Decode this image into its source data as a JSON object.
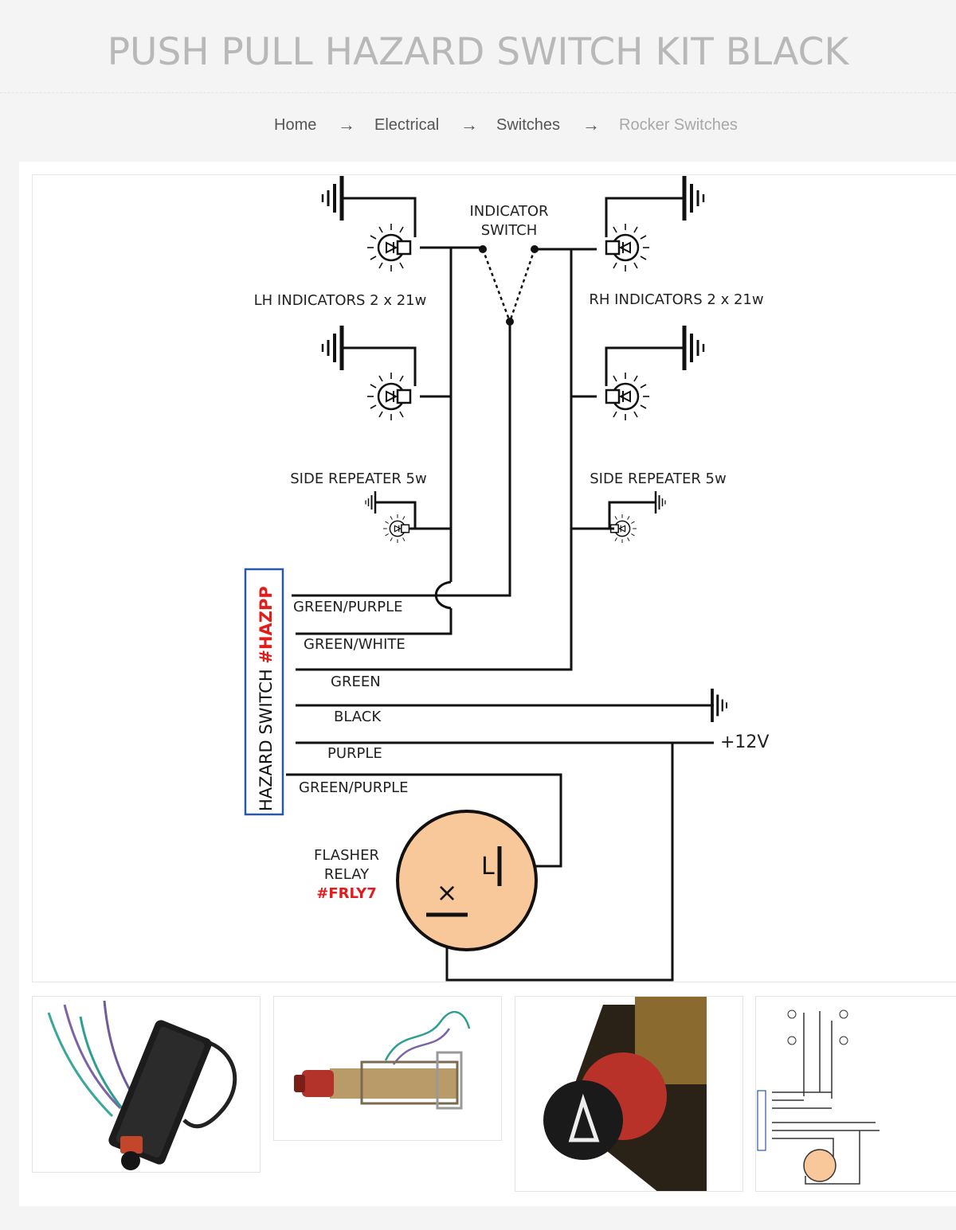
{
  "page": {
    "title": "PUSH PULL HAZARD SWITCH KIT BLACK"
  },
  "breadcrumb": {
    "items": [
      "Home",
      "Electrical",
      "Switches",
      "Rocker Switches"
    ],
    "separator": "→"
  },
  "diagram": {
    "indicator_switch": [
      "INDICATOR",
      "SWITCH"
    ],
    "lh_indicators": "LH INDICATORS 2 x 21w",
    "rh_indicators": "RH INDICATORS 2 x 21w",
    "side_repeater_left": "SIDE REPEATER 5w",
    "side_repeater_right": "SIDE REPEATER 5w",
    "switch_label_prefix": "HAZARD SWITCH ",
    "switch_label_code": "#HAZPP",
    "wires": [
      "GREEN/PURPLE",
      "GREEN/WHITE",
      "GREEN",
      "BLACK",
      "PURPLE",
      "GREEN/PURPLE"
    ],
    "supply": "+12V",
    "relay_lines": [
      "FLASHER",
      "RELAY"
    ],
    "relay_code": "#FRLY7",
    "relay_terminal_l": "L",
    "relay_terminal_x": "×",
    "colors": {
      "code_red": "#e21b1b",
      "relay_fill": "#f9c89a",
      "switch_box_border": "#2a58a8"
    }
  },
  "thumbnails": [
    {
      "name": "thumbnail-hazard-switch-black-housing"
    },
    {
      "name": "thumbnail-switch-side-view"
    },
    {
      "name": "thumbnail-switch-knob-closeup"
    },
    {
      "name": "thumbnail-wiring-diagram"
    }
  ]
}
